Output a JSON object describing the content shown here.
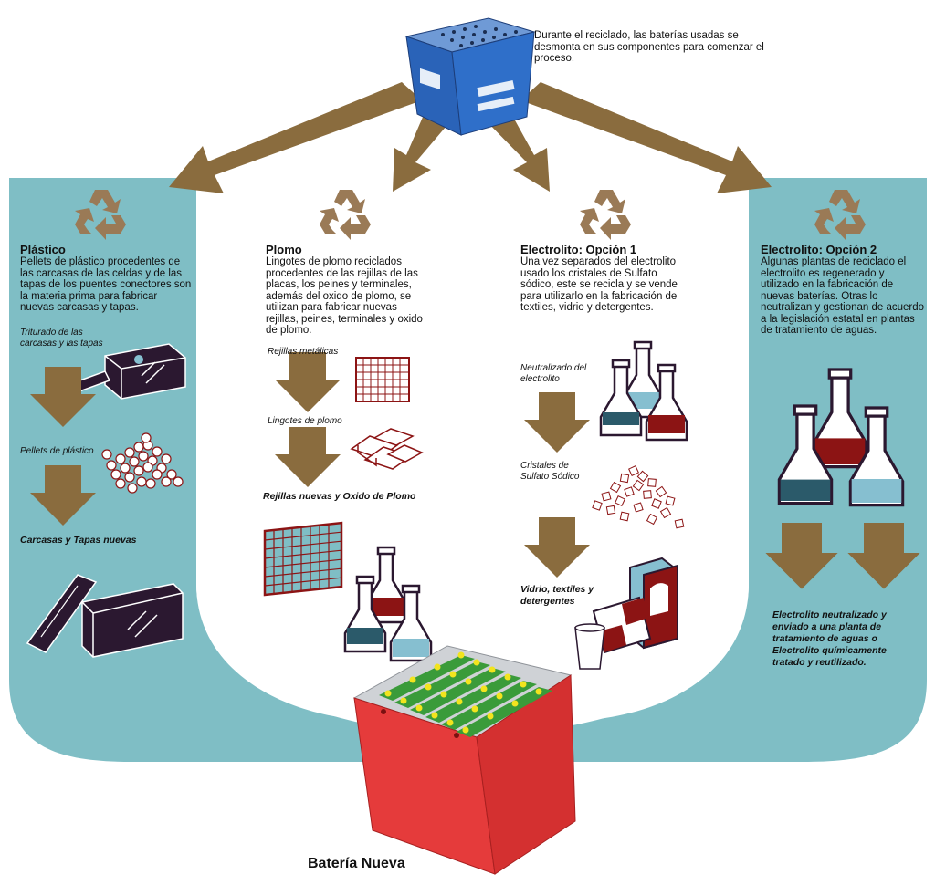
{
  "intro": {
    "text": "Durante el reciclado, las baterías usadas se desmonta en sus componentes para comenzar el proceso."
  },
  "columns": [
    {
      "title": "Plástico",
      "body": "Pellets de plástico procedentes de las carcasas de las celdas y de las tapas de los puentes conectores son la materia prima para fabricar nuevas carcasas y tapas.",
      "steps": [
        "Triturado de las carcasas y las tapas",
        "Pellets de plástico",
        "Carcasas y Tapas nuevas"
      ]
    },
    {
      "title": "Plomo",
      "body": "Lingotes de plomo reciclados procedentes de las rejillas de las placas, los peines y terminales, además del oxido de plomo, se utilizan para fabricar nuevas rejillas, peines, terminales y oxido de plomo.",
      "steps": [
        "Rejillas metálicas",
        "Lingotes de plomo",
        "Rejillas nuevas y Oxido de Plomo"
      ]
    },
    {
      "title": "Electrolito: Opción 1",
      "body": "Una vez separados del electrolito usado los cristales de Sulfato sódico, este se recicla y se vende para utilizarlo en la fabricación de textiles, vidrio y detergentes.",
      "steps": [
        "Neutralizado del electrolito",
        "Cristales de Sulfato Sódico",
        "Vidrio, textiles y detergentes"
      ]
    },
    {
      "title": "Electrolito: Opción 2",
      "body": "Algunas plantas de reciclado el electrolito es regenerado y utilizado en la fabricación de nuevas baterías. Otras lo neutralizan y gestionan de acuerdo a la legislación estatal en plantas de tratamiento de aguas.",
      "steps": [
        "Electrolito neutralizado y enviado a una planta de tratamiento de aguas o Electrolito químicamente tratado y reutilizado."
      ]
    }
  ],
  "final_label": "Batería Nueva",
  "colors": {
    "panel": "#7fbec5",
    "arrow": "#8a6c3e",
    "recycle": "#9a7a56",
    "dark": "#2b1830",
    "red_liquid": "#8c1414",
    "blue_liquid": "#86bfd0",
    "battery_red": "#e53b3b",
    "battery_blue": "#2a63b8"
  }
}
